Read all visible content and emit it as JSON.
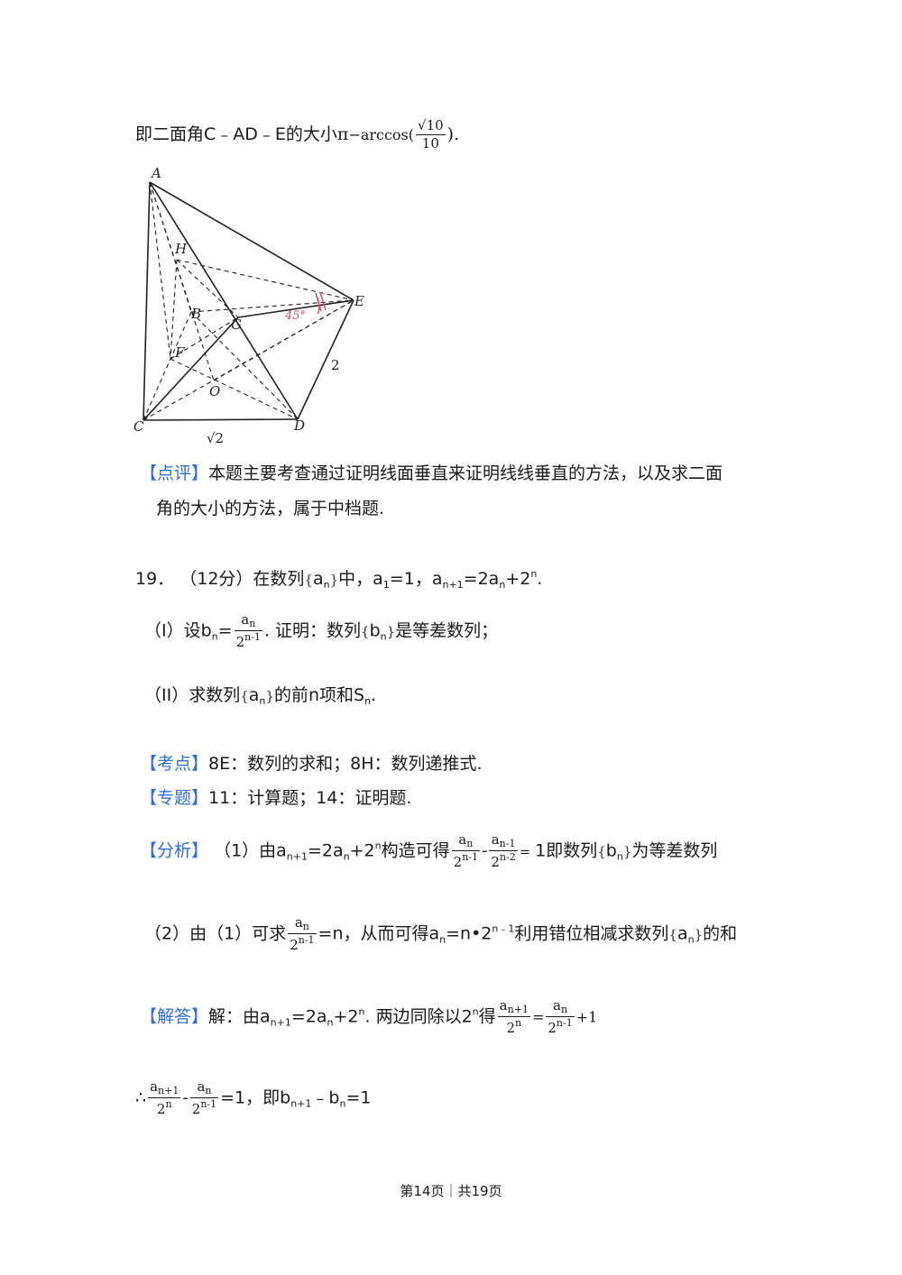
{
  "intro": {
    "text": "即二面角C﹣AD﹣E的大小",
    "pi": "π",
    "minus_arccos": "−arccos(",
    "frac_num": "√10",
    "frac_den": "10",
    "close": ")."
  },
  "figure": {
    "labels": {
      "A": "A",
      "H": "H",
      "B": "B",
      "G": "G",
      "E": "E",
      "F": "F",
      "O": "O",
      "C": "C",
      "D": "D"
    },
    "angle": "45°",
    "edge_ed": "2",
    "edge_cd": "√2"
  },
  "comment": {
    "tag": "【点评】",
    "line1": "本题主要考查通过证明线面垂直来证明线线垂直的方法，以及求二面",
    "line2": "角的大小的方法，属于中档题."
  },
  "problem": {
    "number": "19．",
    "score": "（12分）在数列",
    "seq": "a",
    "mid": "中，a",
    "a1_sub": "1",
    "a1_eq": "=1，a",
    "rec_sub": "n+1",
    "rec_rhs": "=2a",
    "rec_n": "n",
    "rec_plus": "+2",
    "rec_exp": "n",
    "end": "."
  },
  "part1": {
    "label": "（I）设b",
    "eq": "=",
    "frac_num": "a",
    "frac_den": "2",
    "frac_den_exp": "n-1",
    "text1": ". 证明：数列",
    "seq": "b",
    "text2": "是等差数列；"
  },
  "part2": {
    "label": "（II）求数列",
    "seq": "a",
    "text": "的前n项和S",
    "end": "."
  },
  "kaodian": {
    "tag": "【考点】",
    "text": "8E：数列的求和；8H：数列递推式."
  },
  "zhuanti": {
    "tag": "【专题】",
    "text": "11：计算题；14：证明题."
  },
  "fenxi": {
    "tag": "【分析】",
    "text1": "（1）由a",
    "text2": "=2a",
    "text3": "+2",
    "text4": "构造可得",
    "text5": "1即数列",
    "text6": "为等差数列"
  },
  "part2analysis": {
    "text1": "（2）由（1）可求",
    "text2": "=n，从而可得a",
    "text3": "=n•2",
    "exp": "n﹣1",
    "text4": "利用错位相减求数列",
    "text5": "的和"
  },
  "jieda": {
    "tag": "【解答】",
    "text1": "解：由a",
    "text2": "=2a",
    "text3": "+2",
    "text4": ". 两边同除以2",
    "text5": "得",
    "text6": "+1"
  },
  "therefore": {
    "symbol": "∴",
    "text1": "=1，即b",
    "text2": "﹣b",
    "text3": "=1"
  },
  "footer": {
    "text": "第14页｜共19页"
  }
}
